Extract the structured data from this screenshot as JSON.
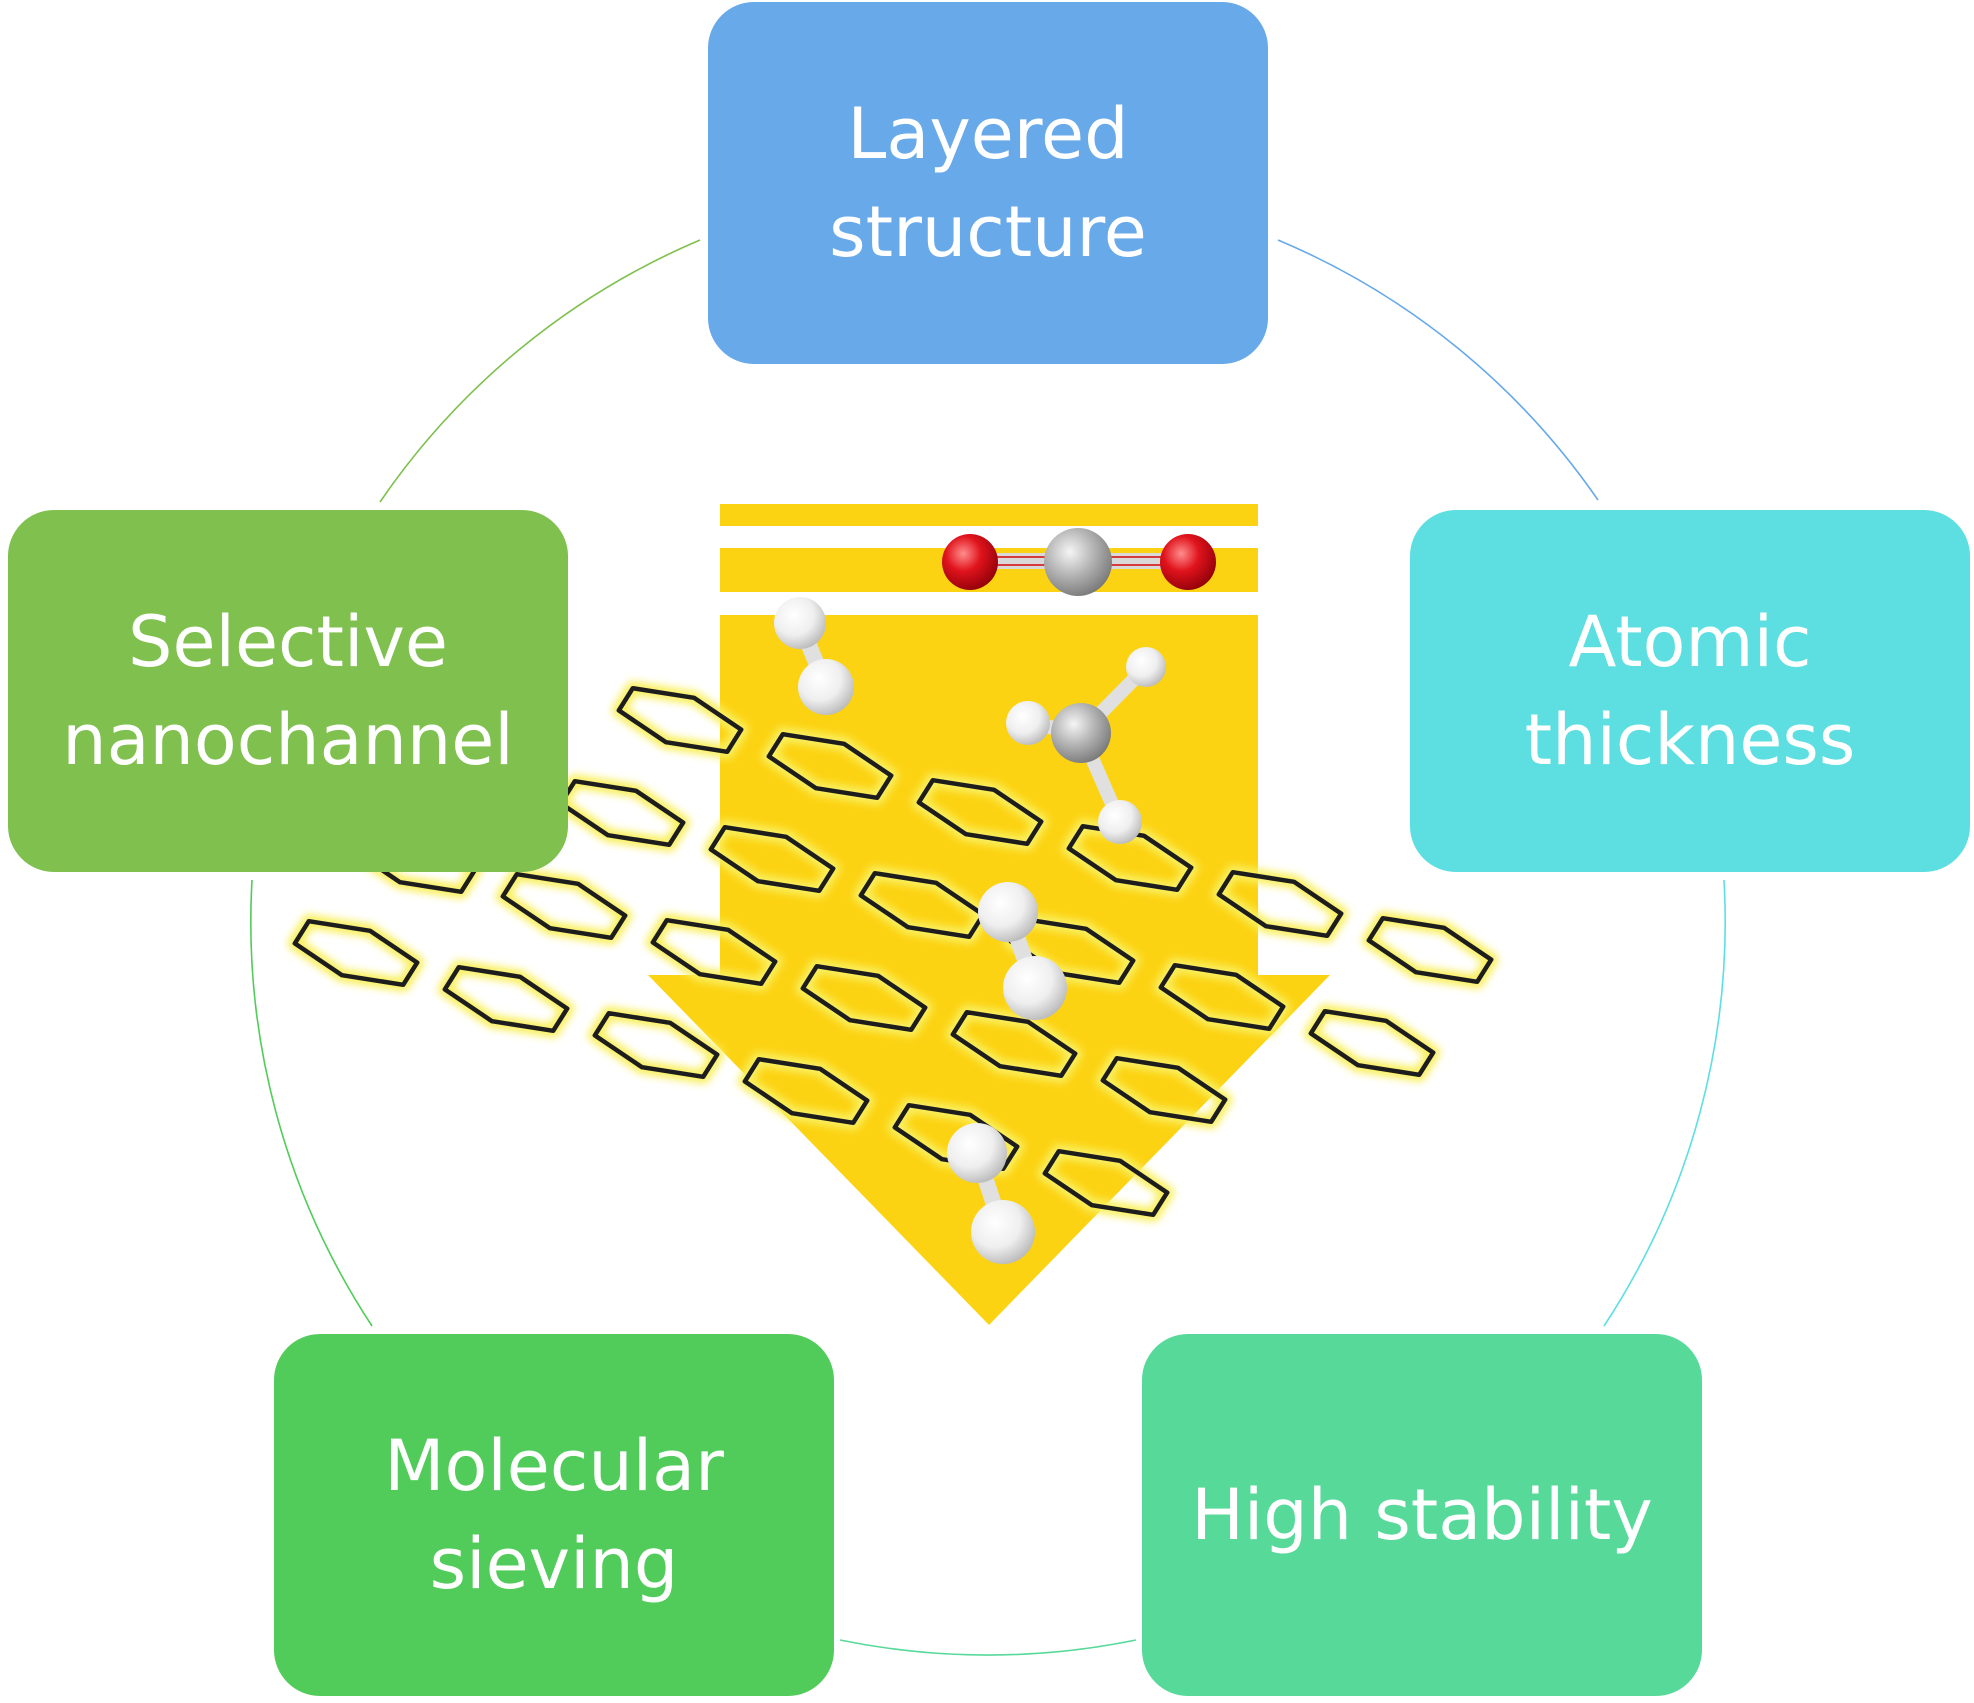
{
  "colors": {
    "layered": "#67a9e9",
    "atomic": "#5ddfe2",
    "stability": "#57d99a",
    "sieving": "#51cc5a",
    "nanochannel": "#7fc04e",
    "arrow": "#fcd313",
    "graphene_line": "#1d1d1d",
    "graphene_glow": "#f9f060",
    "oxygen": "#e0131c",
    "carbon": "#b4b4b4",
    "hydrogen": "#f4f4f4"
  },
  "boxes": {
    "layered": "Layered\nstructure",
    "atomic": "Atomic\nthickness",
    "stability": "High stability",
    "sieving": "Molecular\nsieving",
    "nanochannel": "Selective\nnanochannel"
  },
  "molecules": [
    {
      "type": "CO2"
    },
    {
      "type": "H2"
    },
    {
      "type": "CH4"
    },
    {
      "type": "H2"
    },
    {
      "type": "H2"
    }
  ]
}
